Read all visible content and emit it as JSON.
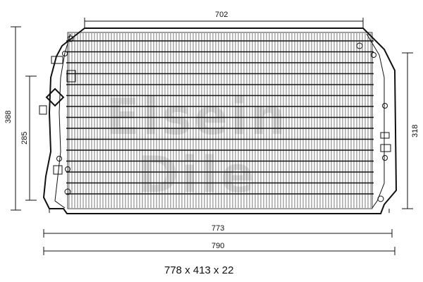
{
  "dimensions": {
    "top_width": "702",
    "left_outer_height": "388",
    "left_inner_height": "285",
    "right_height": "318",
    "bottom_inner_width": "773",
    "bottom_outer_width": "790"
  },
  "size_caption": "778 x 413 x 22",
  "watermark": {
    "line1": "Elsein",
    "line2": "Dile"
  },
  "colors": {
    "ink": "#111111",
    "watermark": "#c9c9c9",
    "background": "#ffffff"
  }
}
